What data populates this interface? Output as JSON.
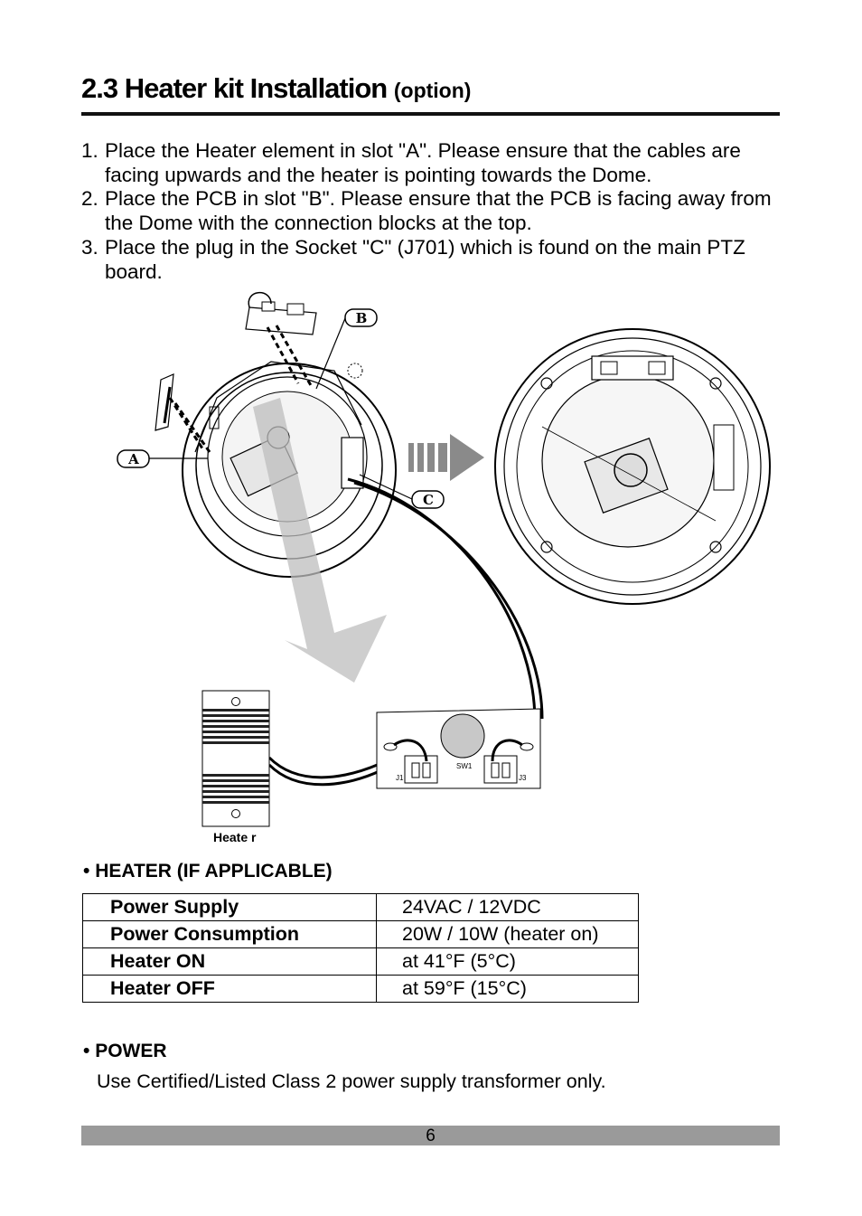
{
  "title": {
    "main": "2.3 Heater kit Installation",
    "suffix": "(option)"
  },
  "steps": [
    {
      "num": "1.",
      "text": "Place the Heater element in slot \"A\". Please ensure that the cables are facing upwards and the heater is pointing towards the Dome."
    },
    {
      "num": "2.",
      "text": "Place the PCB in slot \"B\". Please ensure that the PCB is facing away from the Dome with the connection blocks at the top."
    },
    {
      "num": "3.",
      "text": "Place the plug in the Socket \"C\" (J701) which is found on the main PTZ board."
    }
  ],
  "figure": {
    "labels": {
      "a": "A",
      "b": "B",
      "c": "C"
    },
    "pcb": {
      "j1": "J1",
      "sw1": "SW1",
      "j3": "J3"
    },
    "heater_caption": "Heate r"
  },
  "heater_section": {
    "heading": "HEATER (IF APPLICABLE)",
    "rows": [
      {
        "key": "Power Supply",
        "value": "24VAC / 12VDC"
      },
      {
        "key": "Power Consumption",
        "value": "20W / 10W (heater on)"
      },
      {
        "key": "Heater ON",
        "value": "at 41°F  (5°C)"
      },
      {
        "key": "Heater OFF",
        "value": "at 59°F  (15°C)"
      }
    ]
  },
  "power_section": {
    "heading": "POWER",
    "text": "Use Certified/Listed Class 2 power supply transformer only."
  },
  "page_number": "6"
}
